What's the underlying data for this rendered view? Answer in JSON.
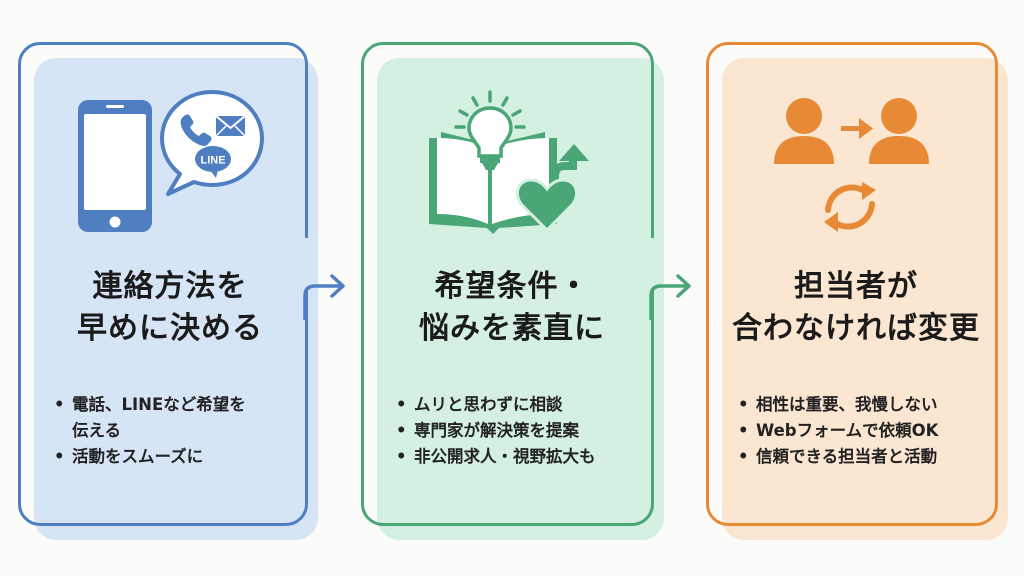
{
  "diagram": {
    "type": "three-step-flow",
    "steps": [
      {
        "id": "contact",
        "accent_color": "#4f7fc0",
        "panel_color": "#d6e5f6",
        "icon": "smartphone-chat-bubble-icon",
        "icon_parts": [
          "smartphone-icon",
          "phone-icon",
          "mail-icon",
          "line-bubble-icon"
        ],
        "icon_label": "LINE",
        "title_line1": "連絡方法を",
        "title_line2": "早めに決める",
        "bullets": [
          "電話、LINEなど希望を",
          "活動をスムーズに"
        ],
        "bullet_continuation": "伝える"
      },
      {
        "id": "honest",
        "accent_color": "#4aa676",
        "panel_color": "#d4f0e1",
        "icon": "book-lightbulb-heart-icon",
        "icon_parts": [
          "open-book-icon",
          "lightbulb-icon",
          "heart-icon",
          "up-arrow-icon"
        ],
        "title_line1": "希望条件・",
        "title_line2": "悩みを素直に",
        "bullets": [
          "ムリと思わずに相談",
          "専門家が解決策を提案",
          "非公開求人・視野拡大も"
        ]
      },
      {
        "id": "change",
        "accent_color": "#e88a35",
        "panel_color": "#fbe6d2",
        "icon": "person-swap-refresh-icon",
        "icon_parts": [
          "person-icon",
          "right-arrow-icon",
          "person-icon",
          "refresh-icon"
        ],
        "title_line1": "担当者が",
        "title_line2": "合わなければ変更",
        "bullets": [
          "相性は重要、我慢しない",
          "Webフォームで依頼OK",
          "信頼できる担当者と活動"
        ]
      }
    ],
    "connectors": [
      {
        "from": "contact",
        "to": "honest",
        "icon": "curved-arrow-right-icon"
      },
      {
        "from": "honest",
        "to": "change",
        "icon": "curved-arrow-right-icon"
      }
    ]
  }
}
